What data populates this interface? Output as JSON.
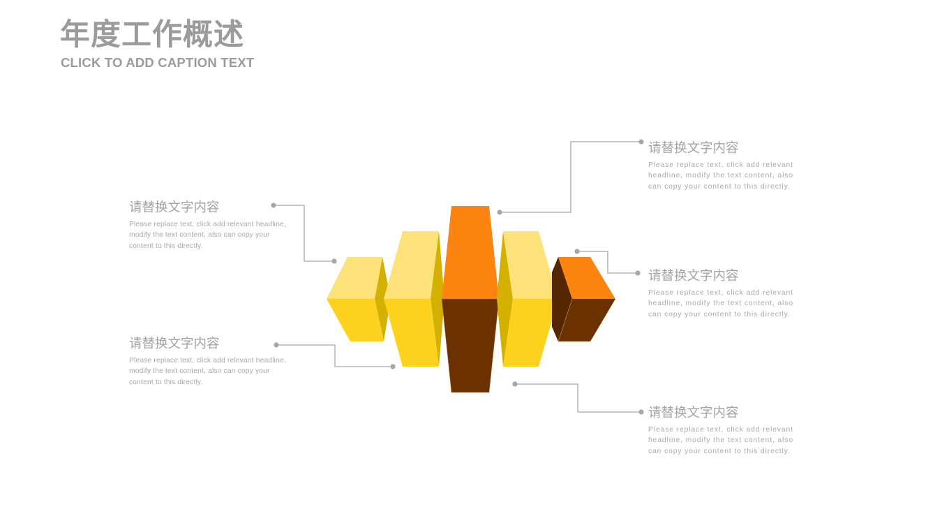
{
  "header": {
    "title": "年度工作概述",
    "subtitle": "CLICK TO ADD CAPTION TEXT"
  },
  "colors": {
    "yellow_light": "#fde27a",
    "yellow_main": "#fdd21f",
    "yellow_dark": "#d4b000",
    "orange": "#fd8411",
    "brown": "#6b3200",
    "brown_dark": "#542700",
    "connector": "#a6a6a6",
    "text_gray": "#a3a3a3"
  },
  "blocks": [
    {
      "id": "left-top",
      "heading": "请替换文字内容",
      "body": "Please replace text, click add relevant headline, modify the text content, also can copy your content to this directly."
    },
    {
      "id": "left-bottom",
      "heading": "请替换文字内容",
      "body": "Please replace text, click add relevant headline, modify the text content, also can copy your content to this directly."
    },
    {
      "id": "right-top",
      "heading": "请替换文字内容",
      "body": "Please replace text, click add relevant headline, modify the text content, also can copy your content to this directly."
    },
    {
      "id": "right-middle",
      "heading": "请替换文字内容",
      "body": "Please replace text, click add relevant headline, modify the text content, also can copy your content to this directly."
    },
    {
      "id": "right-bottom",
      "heading": "请替换文字内容",
      "body": "Please replace text, click add relevant headline, modify the text content, also can copy your content to this directly."
    }
  ],
  "diagram": {
    "type": "3d-prism-sequence",
    "segments": 5,
    "center_segment_color": "orange/brown",
    "outer_segment_colors": [
      "yellow",
      "yellow",
      "orange/brown",
      "yellow",
      "orange/brown"
    ]
  }
}
